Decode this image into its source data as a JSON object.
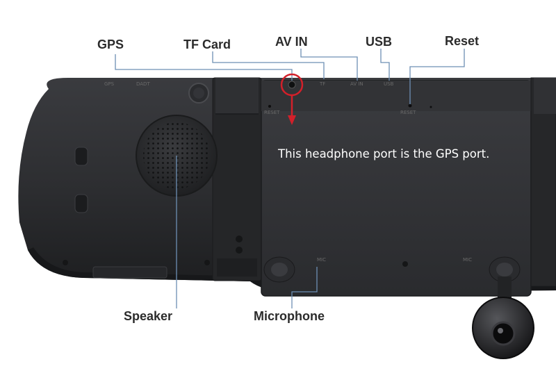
{
  "callouts": {
    "gps": "GPS",
    "tf_card": "TF Card",
    "av_in": "AV IN",
    "usb": "USB",
    "reset": "Reset",
    "speaker": "Speaker",
    "microphone": "Microphone"
  },
  "caption": "This headphone port is the GPS port.",
  "device_markings": {
    "gps": "GPS",
    "dadt": "DADT",
    "tf": "TF",
    "av_in": "AV IN",
    "usb": "USB",
    "reset": "RESET",
    "mic_left": "MIC",
    "mic_right": "MIC",
    "reset_left": "RESET"
  },
  "colors": {
    "callout_line": "#6d8fb4",
    "highlight_ring": "#d2202a",
    "device_body": "#2c2d30",
    "label_text": "#2b2b2b"
  }
}
